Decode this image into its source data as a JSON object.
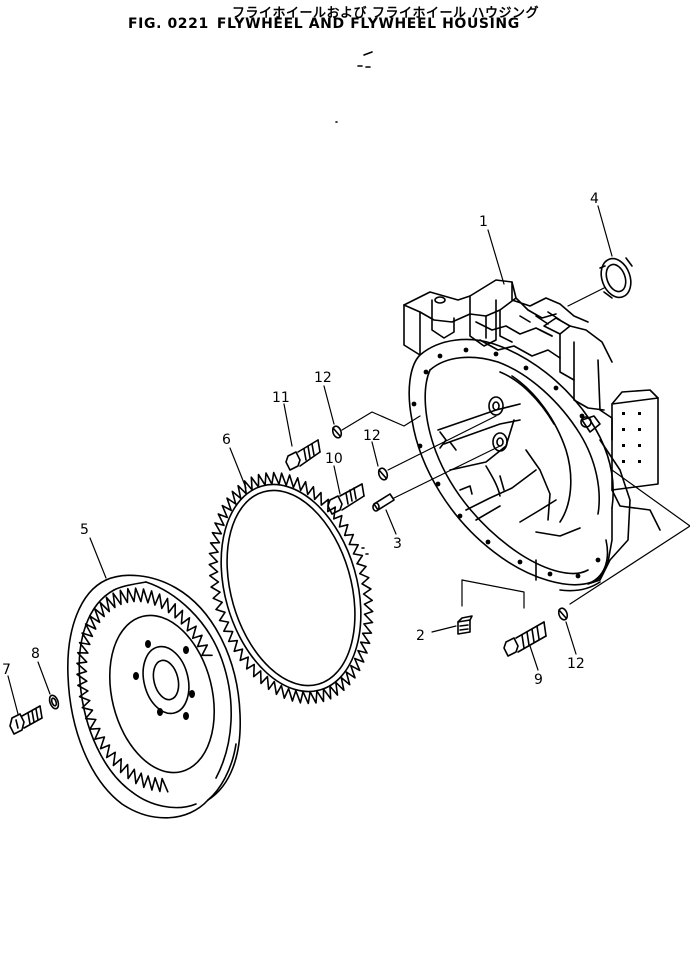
{
  "title": {
    "japanese": "フライホイールおよび フライホイール ハウジング",
    "figure_number": "FIG. 0221",
    "english": "FLYWHEEL AND FLYWHEEL HOUSING"
  },
  "callouts": {
    "c1": "1",
    "c2": "2",
    "c3": "3",
    "c4": "4",
    "c5": "5",
    "c6": "6",
    "c7": "7",
    "c8": "8",
    "c9": "9",
    "c10": "10",
    "c11": "11",
    "c12a": "12",
    "c12b": "12",
    "c12c": "12"
  }
}
